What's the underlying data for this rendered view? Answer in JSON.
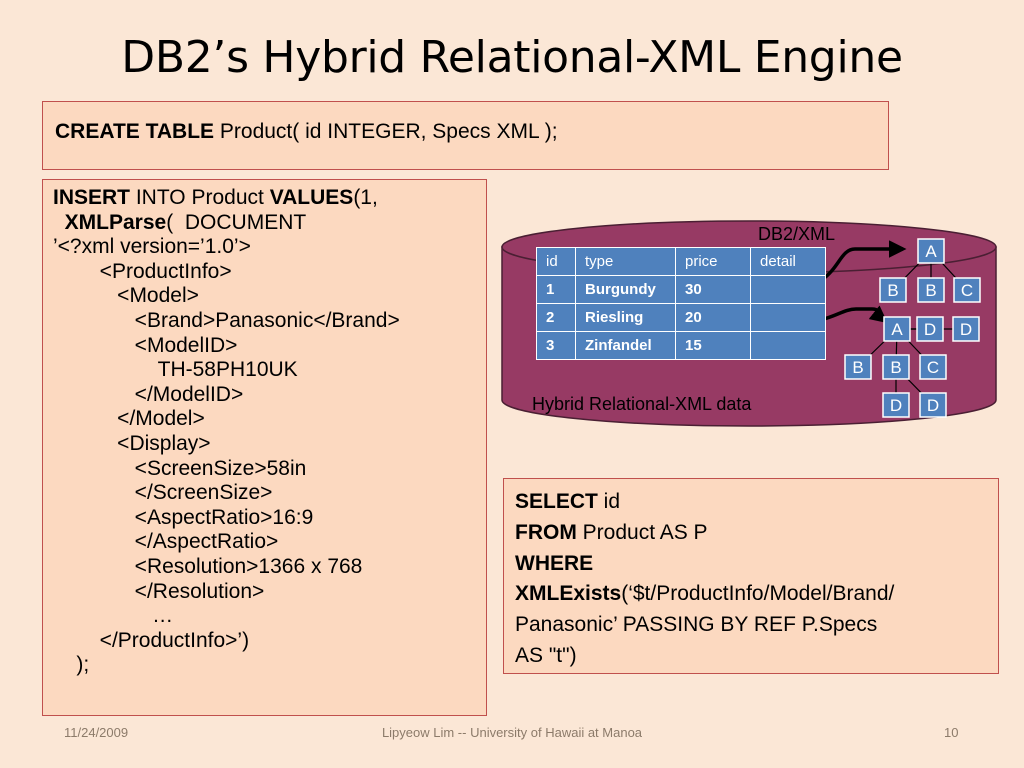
{
  "title": "DB2’s Hybrid Relational-XML Engine",
  "create": {
    "keyword": "CREATE TABLE",
    "rest": " Product( id INTEGER, Specs XML );"
  },
  "insert": {
    "l1_kw1": "INSERT",
    "l1_t1": " INTO Product ",
    "l1_kw2": "VALUES",
    "l1_t2": "(1,",
    "l2_kw": "XMLParse",
    "l2_t": "(  DOCUMENT",
    "lines": [
      "’<?xml version=’1.0’>",
      "        <ProductInfo>",
      "           <Model>",
      "              <Brand>Panasonic</Brand>",
      "              <ModelID>",
      "                  TH-58PH10UK",
      "              </ModelID>",
      "           </Model>",
      "           <Display>",
      "              <ScreenSize>58in",
      "              </ScreenSize>",
      "              <AspectRatio>16:9",
      "              </AspectRatio>",
      "              <Resolution>1366 x 768",
      "              </Resolution>",
      "                 …",
      "        </ProductInfo>’)",
      "    );"
    ]
  },
  "diagram": {
    "db_label": "DB2/XML",
    "caption": "Hybrid Relational-XML data",
    "columns": [
      "id",
      "type",
      "price",
      "detail"
    ],
    "rows": [
      [
        "1",
        "Burgundy",
        "30",
        ""
      ],
      [
        "2",
        "Riesling",
        "20",
        ""
      ],
      [
        "3",
        "Zinfandel",
        "15",
        ""
      ]
    ],
    "tree1": {
      "root": "A",
      "children": [
        "B",
        "B",
        "C"
      ]
    },
    "tree2": {
      "root": "A",
      "level2": [
        "B",
        "B",
        "C"
      ],
      "level3": [
        "D",
        "D"
      ],
      "root_extra": [
        "D",
        "D"
      ]
    },
    "colors": {
      "cylinder": "#973a64",
      "table": "#4f81bd",
      "node": "#4f81bd"
    }
  },
  "select": {
    "kw1": "SELECT",
    "t1": " id",
    "kw2": "FROM",
    "t2": " Product AS P",
    "kw3": "WHERE",
    "kw4": "XMLExists",
    "t4": "(‘$t/ProductInfo/Model/Brand/",
    "t5": "Panasonic’ PASSING BY REF P.Specs",
    "t6": "AS \"t\")"
  },
  "footer": {
    "date": "11/24/2009",
    "credit": "Lipyeow Lim -- University of Hawaii at Manoa",
    "page": "10"
  }
}
